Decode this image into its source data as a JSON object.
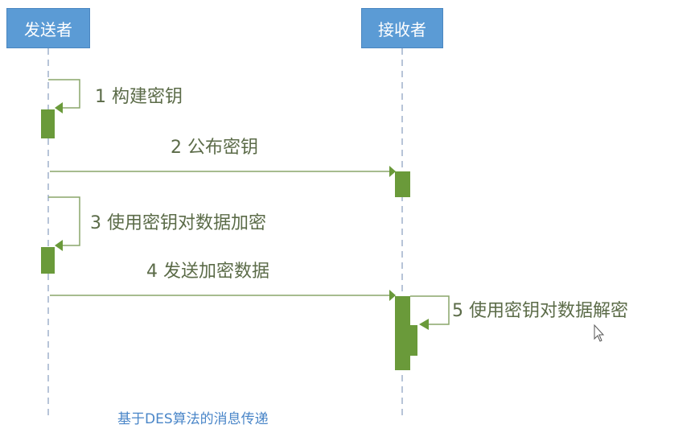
{
  "actors": {
    "sender": "发送者",
    "receiver": "接收者"
  },
  "messages": [
    {
      "label": "1 构建密钥",
      "from": "sender",
      "to": "sender"
    },
    {
      "label": "2 公布密钥",
      "from": "sender",
      "to": "receiver"
    },
    {
      "label": "3 使用密钥对数据加密",
      "from": "sender",
      "to": "sender"
    },
    {
      "label": "4 发送加密数据",
      "from": "sender",
      "to": "receiver"
    },
    {
      "label": "5 使用密钥对数据解密",
      "from": "receiver",
      "to": "receiver"
    }
  ],
  "caption": "基于DES算法的消息传递",
  "colors": {
    "actor": "#5b9bd5",
    "activation": "#6a9a3a",
    "line": "#8aa66a",
    "lifeline": "#9fb0cc",
    "caption": "#4a86c8"
  }
}
